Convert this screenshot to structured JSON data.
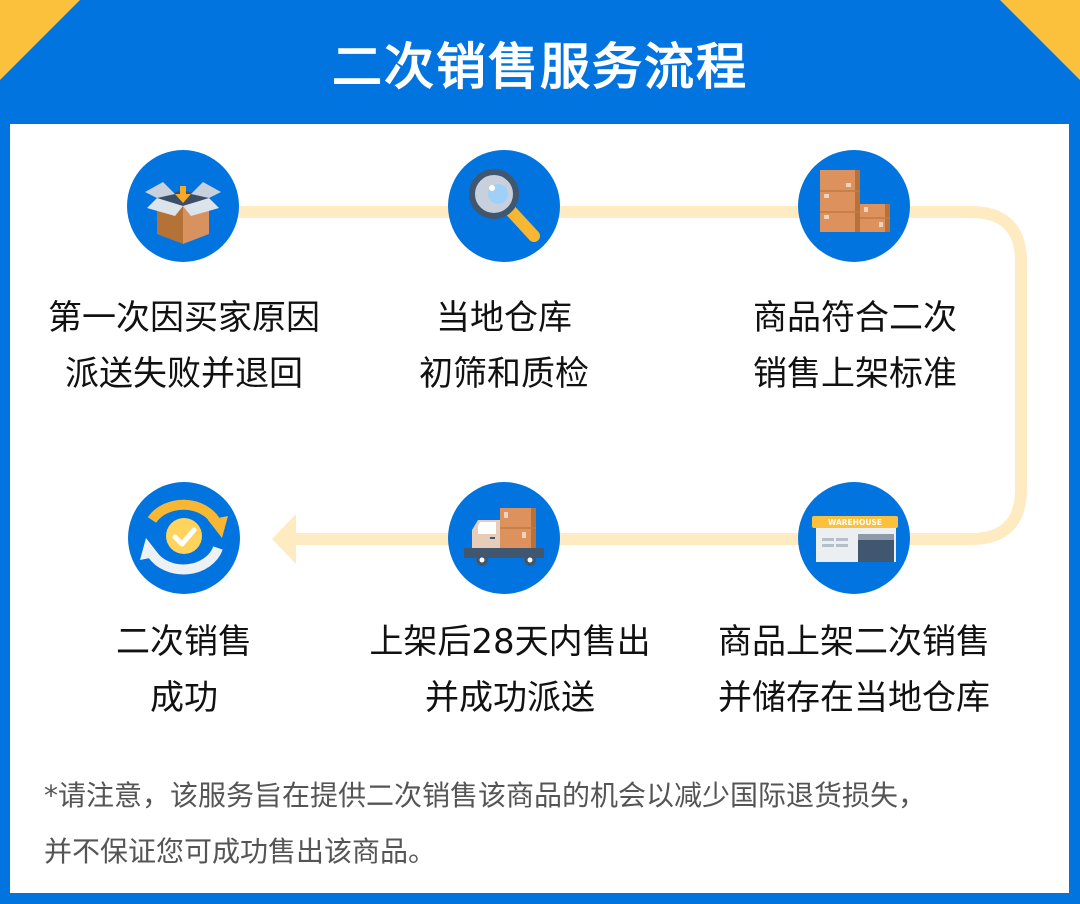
{
  "title": "二次销售服务流程",
  "colors": {
    "brand_blue": "#0274df",
    "accent_yellow": "#fcc13c",
    "connector": "#ffebc2",
    "text": "#111111",
    "note_text": "#555555"
  },
  "steps": [
    {
      "icon": "open-box-icon",
      "line1": "第一次因买家原因",
      "line2": "派送失败并退回"
    },
    {
      "icon": "magnifier-icon",
      "line1": "当地仓库",
      "line2": "初筛和质检"
    },
    {
      "icon": "stacked-boxes-icon",
      "line1": "商品符合二次",
      "line2": "销售上架标准"
    },
    {
      "icon": "warehouse-icon",
      "icon_label": "WAREHOUSE",
      "line1": "商品上架二次销售",
      "line2": "并储存在当地仓库"
    },
    {
      "icon": "delivery-truck-icon",
      "line1": "上架后28天内售出",
      "line2": "并成功派送"
    },
    {
      "icon": "success-cycle-icon",
      "line1": "二次销售",
      "line2": "成功"
    }
  ],
  "note": {
    "line1": "*请注意，该服务旨在提供二次销售该商品的机会以减少国际退货损失，",
    "line2": "并不保证您可成功售出该商品。"
  }
}
